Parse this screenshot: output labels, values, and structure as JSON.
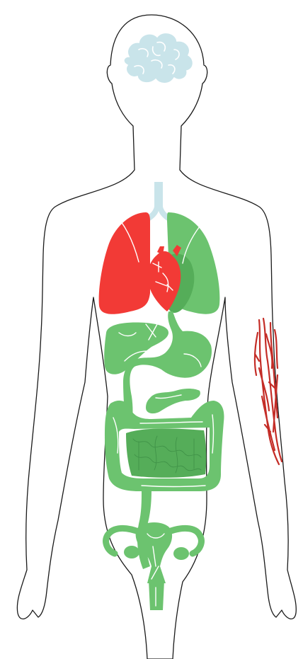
{
  "colors": {
    "background": "#ffffff",
    "outline": "#1a1a1a",
    "brain": "#c9e4ea",
    "brain_stroke": "#ffffff",
    "trachea": "#c9e4ea",
    "highlight": "#f23a36",
    "organ": "#6cc36f",
    "organ_dark": "#55ad59",
    "vessel": "#c42d27"
  },
  "organs": [
    {
      "id": "brain",
      "state": "inactive",
      "icon": "brain-icon"
    },
    {
      "id": "trachea",
      "state": "inactive",
      "icon": "trachea-icon"
    },
    {
      "id": "right-lung",
      "state": "highlighted",
      "icon": "lung-icon"
    },
    {
      "id": "left-lung",
      "state": "normal",
      "icon": "lung-icon"
    },
    {
      "id": "heart",
      "state": "highlighted",
      "icon": "heart-icon"
    },
    {
      "id": "liver",
      "state": "normal",
      "icon": "liver-icon"
    },
    {
      "id": "stomach",
      "state": "normal",
      "icon": "stomach-icon"
    },
    {
      "id": "pancreas",
      "state": "normal",
      "icon": "pancreas-icon"
    },
    {
      "id": "large-intestine",
      "state": "normal",
      "icon": "intestine-icon"
    },
    {
      "id": "small-intestine",
      "state": "normal",
      "icon": "intestine-icon"
    },
    {
      "id": "uterus",
      "state": "normal",
      "icon": "uterus-icon"
    },
    {
      "id": "arm-blood-vessels",
      "state": "highlighted",
      "icon": "blood-vessel-icon"
    }
  ]
}
